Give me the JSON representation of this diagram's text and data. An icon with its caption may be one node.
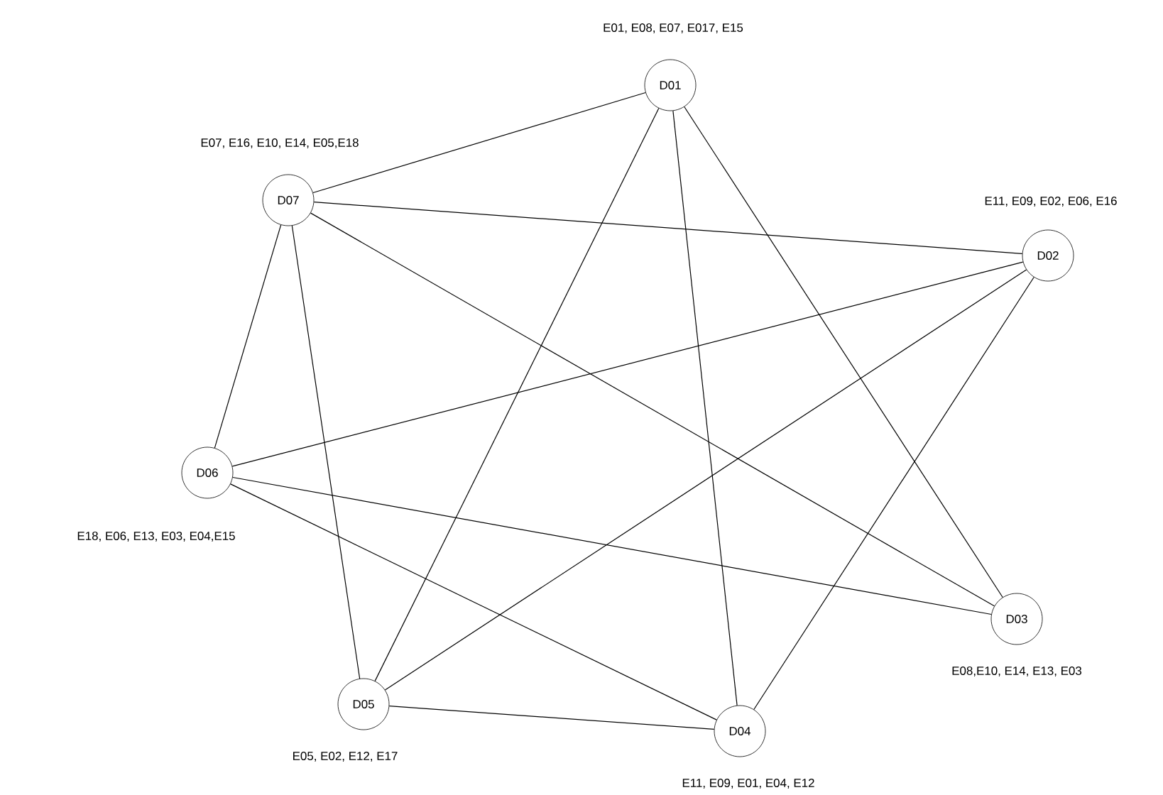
{
  "diagram": {
    "nodes": [
      {
        "text": [
          "D01"
        ],
        "beside": [
          "E01, E08, E07, E017, E15"
        ]
      },
      {
        "text": [
          "D07"
        ],
        "beside": [
          "E07, E16, E10, E14, E05,E18"
        ]
      },
      {
        "text": [
          "D02"
        ],
        "beside": [
          "E11, E09, E02, E06, E16"
        ]
      },
      {
        "text": [
          "D06"
        ],
        "beside": [
          "E18, E06, E13, E03, E04,E15"
        ]
      },
      {
        "text": [
          "D03"
        ],
        "beside": [
          "E08,E10, E14, E13, E03"
        ]
      },
      {
        "text": [
          "D05"
        ],
        "beside": [
          "E05, E02, E12, E17"
        ]
      },
      {
        "text": [
          "D04"
        ],
        "beside": [
          "E11, E09, E01, E04, E12"
        ]
      }
    ],
    "edges": [
      {
        "from": 0,
        "to": 1,
        "arrow": "none"
      },
      {
        "from": 0,
        "to": 5,
        "arrow": "none"
      },
      {
        "from": 0,
        "to": 6,
        "arrow": "none"
      },
      {
        "from": 0,
        "to": 4,
        "arrow": "none"
      },
      {
        "from": 1,
        "to": 2,
        "arrow": "none"
      },
      {
        "from": 1,
        "to": 3,
        "arrow": "none"
      },
      {
        "from": 1,
        "to": 5,
        "arrow": "none"
      },
      {
        "from": 1,
        "to": 4,
        "arrow": "none"
      },
      {
        "from": 2,
        "to": 3,
        "arrow": "none"
      },
      {
        "from": 2,
        "to": 5,
        "arrow": "none"
      },
      {
        "from": 2,
        "to": 6,
        "arrow": "none"
      },
      {
        "from": 3,
        "to": 4,
        "arrow": "none"
      },
      {
        "from": 3,
        "to": 6,
        "arrow": "none"
      },
      {
        "from": 5,
        "to": 6,
        "arrow": "none"
      }
    ]
  }
}
